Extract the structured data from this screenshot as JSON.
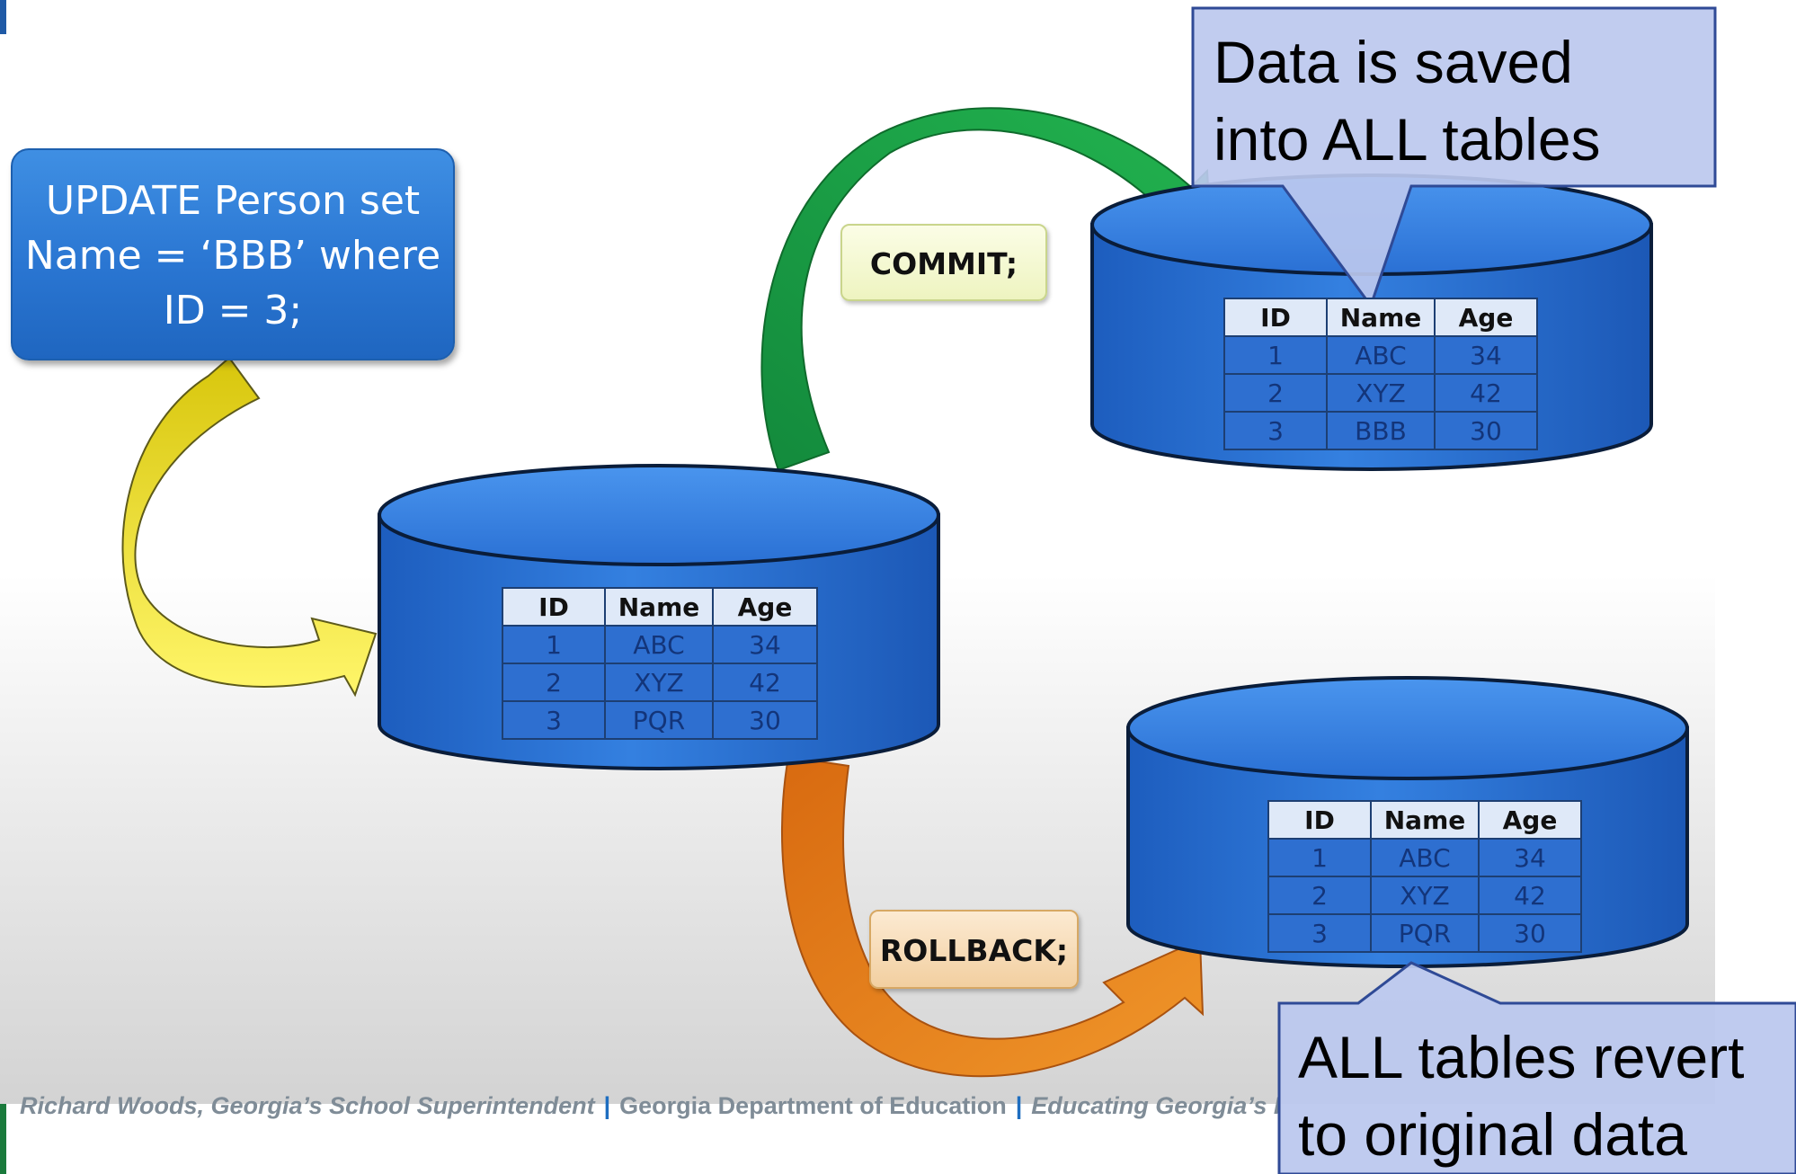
{
  "colors": {
    "accent_blue": "#1f5aa6",
    "accent_green": "#1a7a3c",
    "cylinder_blue": "#2e6fd0",
    "callout_fill": "#bcc8ee",
    "callout_border": "#2f4a96",
    "commit_arrow": "#1fa24a",
    "rollback_arrow": "#e07c1a",
    "update_arrow": "#e3d21a"
  },
  "sql_statement": {
    "lines": [
      "UPDATE Person set",
      "Name = ‘BBB’ where",
      "ID = 3;"
    ]
  },
  "commands": {
    "commit": "COMMIT;",
    "rollback": "ROLLBACK;"
  },
  "tables": {
    "center": {
      "headers": [
        "ID",
        "Name",
        "Age"
      ],
      "rows": [
        [
          "1",
          "ABC",
          "34"
        ],
        [
          "2",
          "XYZ",
          "42"
        ],
        [
          "3",
          "PQR",
          "30"
        ]
      ]
    },
    "committed": {
      "headers": [
        "ID",
        "Name",
        "Age"
      ],
      "rows": [
        [
          "1",
          "ABC",
          "34"
        ],
        [
          "2",
          "XYZ",
          "42"
        ],
        [
          "3",
          "BBB",
          "30"
        ]
      ]
    },
    "rolled_back": {
      "headers": [
        "ID",
        "Name",
        "Age"
      ],
      "rows": [
        [
          "1",
          "ABC",
          "34"
        ],
        [
          "2",
          "XYZ",
          "42"
        ],
        [
          "3",
          "PQR",
          "30"
        ]
      ]
    }
  },
  "callouts": {
    "commit_result": [
      "Data is saved",
      "into ALL tables"
    ],
    "rollback_result": [
      "ALL tables revert",
      "to original data"
    ]
  },
  "footer": {
    "part1": "Richard Woods, Georgia’s School Superintendent",
    "separator": "|",
    "part2": "Georgia Department of Education",
    "part3": "Educating Georgia’s Fu"
  }
}
